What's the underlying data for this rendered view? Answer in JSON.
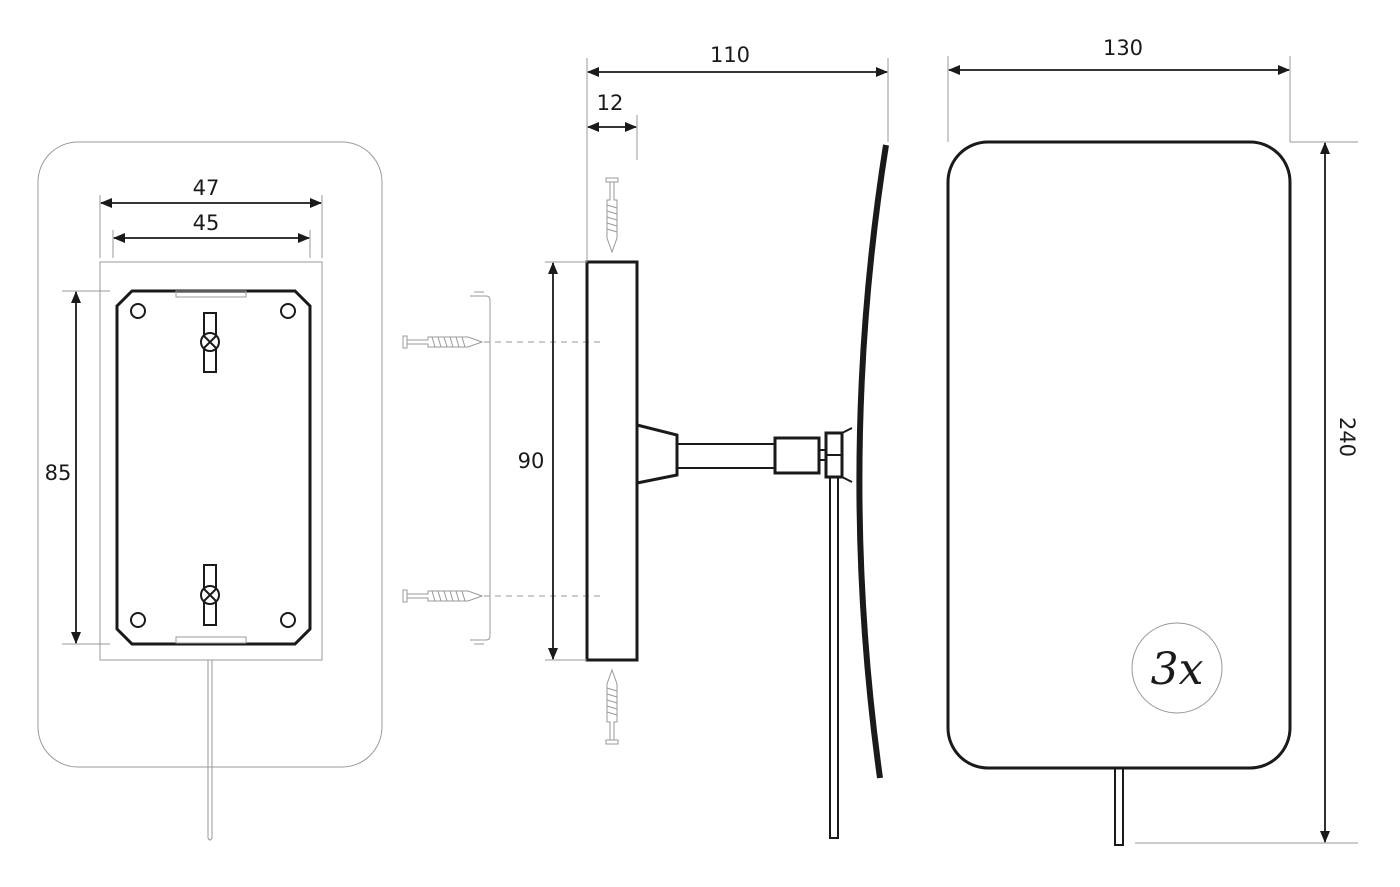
{
  "title": "Magnifying mirror dimension drawing",
  "dimensions": {
    "plate_outer_width": "47",
    "plate_inner_width": "45",
    "plate_height": "85",
    "base_height": "90",
    "base_depth": "12",
    "total_depth": "110",
    "mirror_width": "130",
    "mirror_height": "240"
  },
  "magnification_badge": "3x",
  "colors": {
    "line": "#1a1a1a",
    "light_line": "#999999"
  }
}
